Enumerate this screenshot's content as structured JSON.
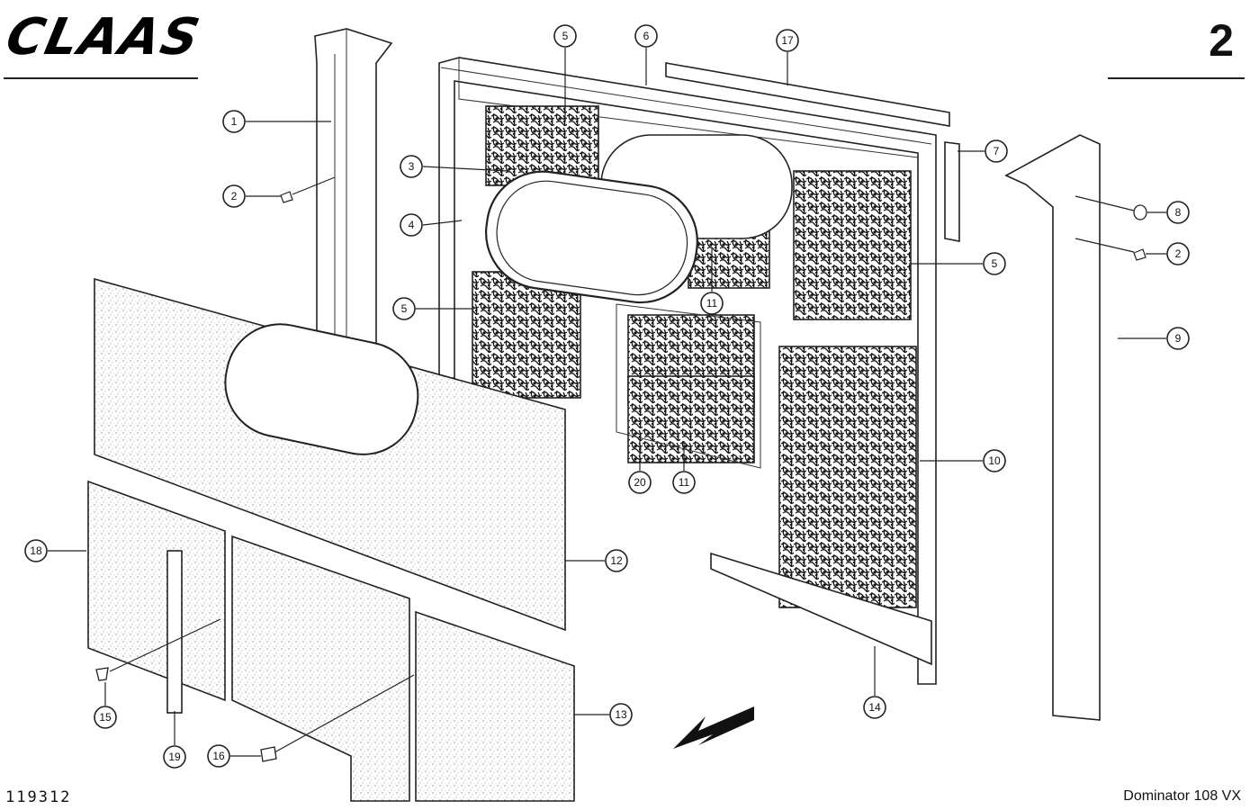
{
  "header": {
    "brand": "CLAAS",
    "page_number": "2"
  },
  "footer": {
    "document_id": "119312",
    "model": "Dominator 108 VX"
  },
  "callouts": [
    {
      "label": "1"
    },
    {
      "label": "2"
    },
    {
      "label": "3"
    },
    {
      "label": "4"
    },
    {
      "label": "5"
    },
    {
      "label": "5"
    },
    {
      "label": "5"
    },
    {
      "label": "6"
    },
    {
      "label": "17"
    },
    {
      "label": "7"
    },
    {
      "label": "8"
    },
    {
      "label": "2"
    },
    {
      "label": "5"
    },
    {
      "label": "9"
    },
    {
      "label": "11"
    },
    {
      "label": "10"
    },
    {
      "label": "20"
    },
    {
      "label": "11"
    },
    {
      "label": "18"
    },
    {
      "label": "12"
    },
    {
      "label": "13"
    },
    {
      "label": "14"
    },
    {
      "label": "15"
    },
    {
      "label": "19"
    },
    {
      "label": "16"
    }
  ]
}
